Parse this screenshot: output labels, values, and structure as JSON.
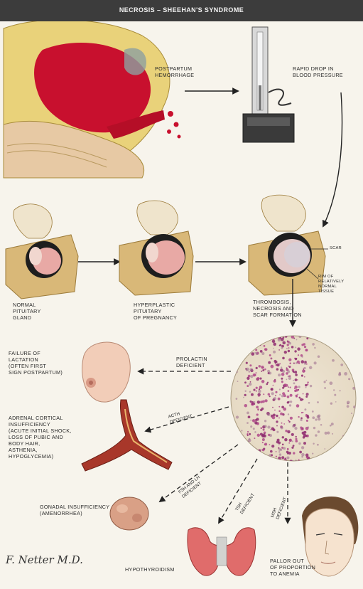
{
  "title": "NECROSIS – SHEEHAN'S SYNDROME",
  "labels": {
    "postpartum_hemorrhage": "POSTPARTUM\nHEMORRHAGE",
    "rapid_drop": "RAPID DROP IN\nBLOOD PRESSURE",
    "normal_pituitary": "NORMAL\nPITUITARY\nGLAND",
    "hyperplastic_pituitary": "HYPERPLASTIC\nPITUITARY\nOF PREGNANCY",
    "thrombosis": "THROMBOSIS,\nNECROSIS AND\nSCAR FORMATION",
    "scar": "SCAR",
    "rim": "RIM OF\nRELATIVELY\nNORMAL\nTISSUE",
    "failure_lactation": "FAILURE OF\nLACTATION\n(OFTEN FIRST\nSIGN POSTPARTUM)",
    "adrenal": "ADRENAL CORTICAL\nINSUFFICIENCY\n(ACUTE INITIAL SHOCK,\nLOSS OF PUBIC AND\nBODY HAIR,\nASTHENIA,\nHYPOGLYCEMIA)",
    "gonadal": "GONADAL INSUFFICIENCY\n(AMENORRHEA)",
    "hypothyroidism": "HYPOTHYROIDISM",
    "pallor": "PALLOR OUT\nOF PROPORTION\nTO ANEMIA",
    "prolactin": "PROLACTIN\nDEFICIENT",
    "acth": "ACTH\nDEFICIENT",
    "fsh_lh": "FSH AND LH\nDEFICIENT",
    "tsh": "TSH\nDEFICIENT",
    "msh": "MSH\nDEFICIENT"
  },
  "signature": "F. Netter M.D.",
  "colors": {
    "blood": "#c8102e",
    "tissue_pink": "#e8a9a5",
    "bone": "#d9b878",
    "title_bar": "#3c3c3c",
    "background": "#f7f4ec"
  }
}
